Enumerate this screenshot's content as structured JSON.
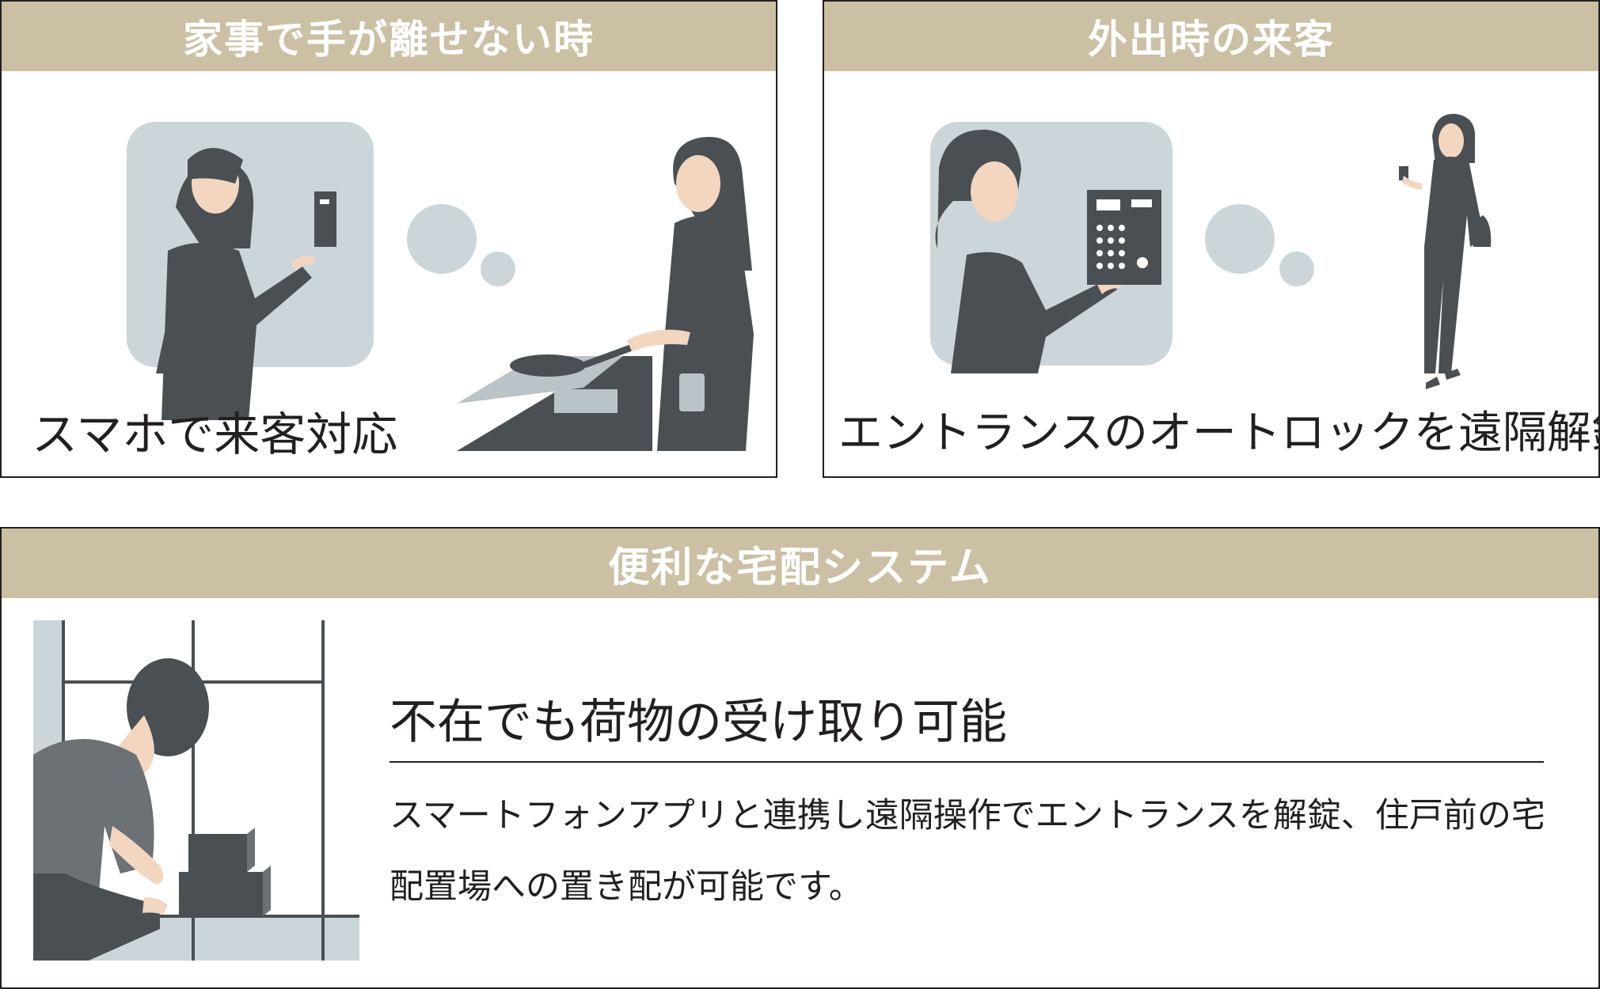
{
  "panels": [
    {
      "heading": "家事で手が離せない時",
      "caption": "スマホで来客対応"
    },
    {
      "heading": "外出時の来客",
      "caption": "エントランスのオートロックを遠隔解錠"
    },
    {
      "heading": "便利な宅配システム",
      "title": "不在でも荷物の受け取り可能",
      "description": "スマートフォンアプリと連携し遠隔操作でエントランスを解錠、住戸前の宅配置場への置き配が可能です。"
    }
  ],
  "colors": {
    "header_bg": "#cbc0a3",
    "illustration_dark": "#4a4f53",
    "illustration_light": "#cbd5da",
    "skin": "#f2d6bf"
  }
}
